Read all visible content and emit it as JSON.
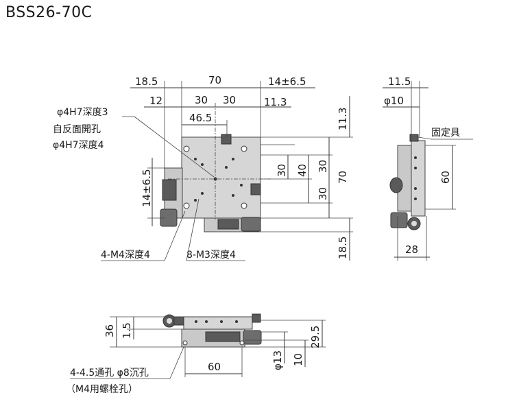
{
  "title": "BSS26-70C",
  "top_view": {
    "dims": {
      "d18_5": "18.5",
      "d70": "70",
      "d14pm6_5": "14±6.5",
      "d12": "12",
      "d30a": "30",
      "d30b": "30",
      "d11_3": "11.3",
      "d46_5": "46.5",
      "d11_3v": "11.3",
      "d30v1": "30",
      "d40v": "40",
      "d30v2": "30",
      "d70v": "70",
      "d30v3": "30",
      "d14pm6_5v": "14±6.5",
      "d18_5v": "18.5"
    },
    "notes": {
      "hole_line1": "φ4H7深度3",
      "hole_line2": "自反面開孔",
      "hole_line3": "φ4H7深度4",
      "m4": "4-M4深度4",
      "m3": "8-M3深度4"
    }
  },
  "side_view": {
    "dims": {
      "d11_5": "11.5",
      "d10": "φ10",
      "d60": "60",
      "d28": "28"
    },
    "notes": {
      "clamp": "固定具"
    }
  },
  "front_view": {
    "dims": {
      "d36": "36",
      "d1_5": "1.5",
      "d29_5": "29.5",
      "d60": "60",
      "d13": "φ13",
      "d10": "10"
    },
    "notes": {
      "bolt_line1": "4-4.5通孔 φ8沉孔",
      "bolt_line2": "（M4用螺栓孔）"
    }
  }
}
